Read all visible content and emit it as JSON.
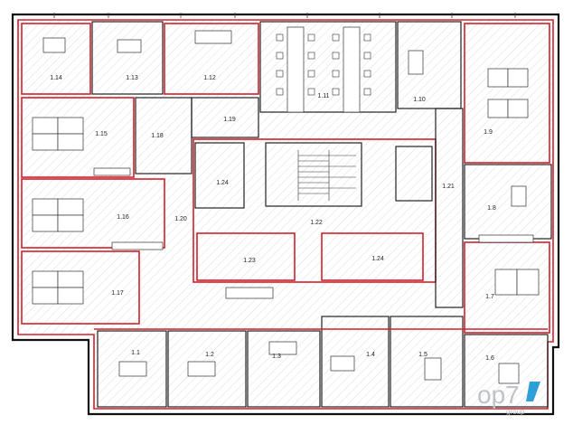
{
  "plan": {
    "rooms": [
      {
        "id": "1.14",
        "label": "1.14"
      },
      {
        "id": "1.13",
        "label": "1.13"
      },
      {
        "id": "1.12",
        "label": "1.12"
      },
      {
        "id": "1.11",
        "label": "1.11"
      },
      {
        "id": "1.10",
        "label": "1.10"
      },
      {
        "id": "1.9",
        "label": "1.9"
      },
      {
        "id": "1.15",
        "label": "1.15"
      },
      {
        "id": "1.18",
        "label": "1.18"
      },
      {
        "id": "1.19",
        "label": "1.19"
      },
      {
        "id": "1.16",
        "label": "1.16"
      },
      {
        "id": "1.20",
        "label": "1.20"
      },
      {
        "id": "1.24a",
        "label": "1.24"
      },
      {
        "id": "1.22",
        "label": "1.22"
      },
      {
        "id": "1.21",
        "label": "1.21"
      },
      {
        "id": "1.8",
        "label": "1.8"
      },
      {
        "id": "1.23",
        "label": "1.23"
      },
      {
        "id": "1.24b",
        "label": "1.24"
      },
      {
        "id": "1.17",
        "label": "1.17"
      },
      {
        "id": "1.7",
        "label": "1.7"
      },
      {
        "id": "1.1",
        "label": "1.1"
      },
      {
        "id": "1.2",
        "label": "1.2"
      },
      {
        "id": "1.3",
        "label": "1.3"
      },
      {
        "id": "1.4",
        "label": "1.4"
      },
      {
        "id": "1.5",
        "label": "1.5"
      },
      {
        "id": "1.6",
        "label": "1.6"
      }
    ],
    "colors": {
      "wall": "#111111",
      "highlight": "#d4202a",
      "hatch": "#c9c9c9",
      "logo": "#bfc3c8",
      "logo_accent": "#2f9fd8"
    }
  },
  "logo": {
    "main": "op7",
    "sub": "group"
  }
}
